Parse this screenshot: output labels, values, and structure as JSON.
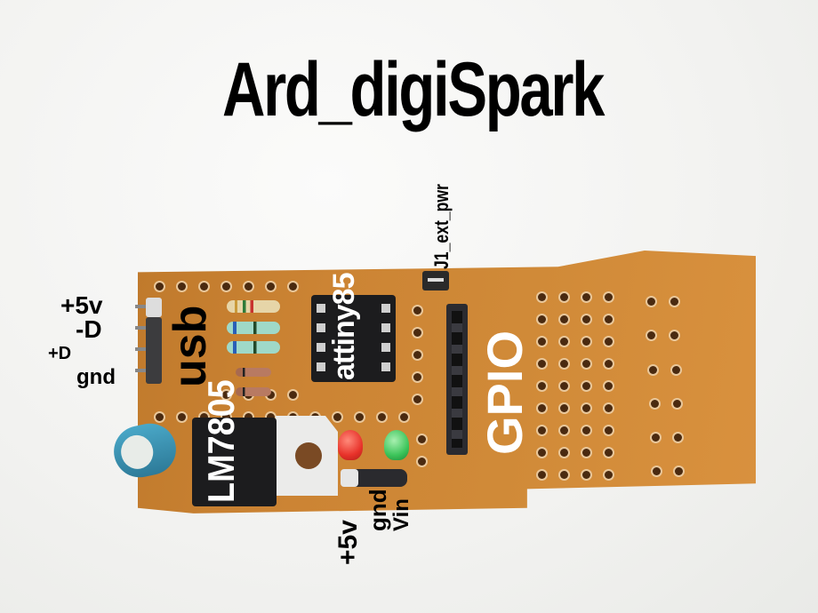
{
  "title": "Ard_digiSpark",
  "usb_pins": {
    "heading": "usb",
    "labels": [
      "+5v",
      "-D",
      "+D",
      "gnd"
    ]
  },
  "components": {
    "mcu": "attiny85",
    "regulator": "LM7805",
    "gpio_header": "GPIO",
    "jumper": "J1_ext_pwr"
  },
  "power_pins": {
    "labels": [
      "+5v",
      "gnd",
      "Vin"
    ]
  },
  "colors": {
    "board": "#cc8434",
    "background": "#f2f2f0",
    "led_red": "#e8322a",
    "led_green": "#3cc45a",
    "capacitor": "#3a8fb0"
  }
}
